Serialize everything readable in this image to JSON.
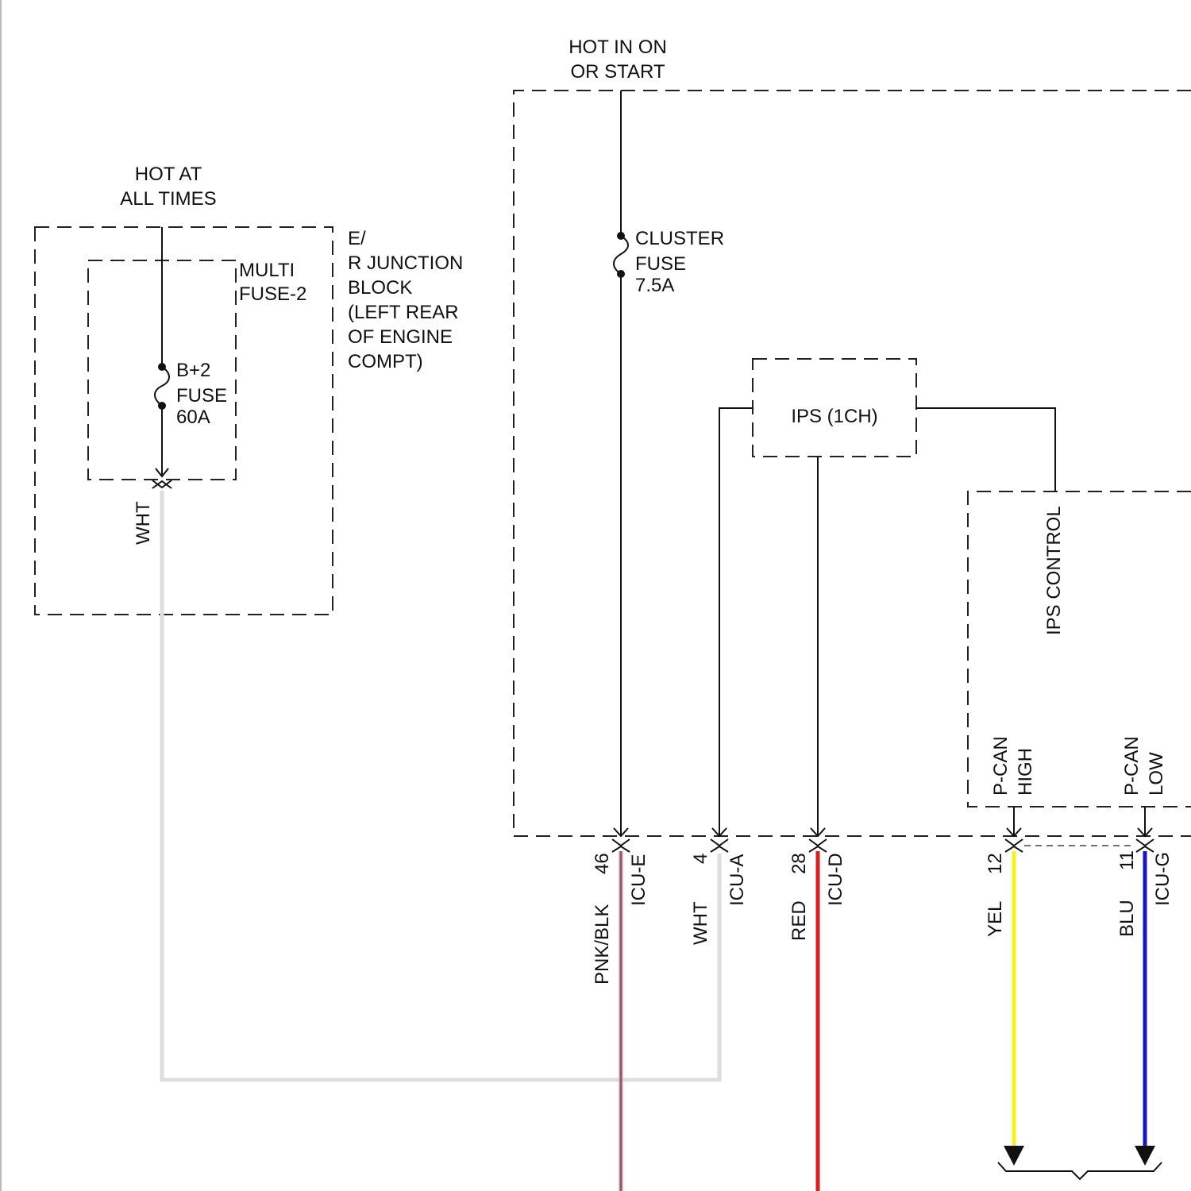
{
  "labels": {
    "hot_on_start_1": "HOT IN ON",
    "hot_on_start_2": "OR START",
    "hot_all_times_1": "HOT AT",
    "hot_all_times_2": "ALL TIMES",
    "junction_block_1": "E/",
    "junction_block_2": "R JUNCTION",
    "junction_block_3": "BLOCK",
    "junction_block_4": "(LEFT REAR",
    "junction_block_5": "OF ENGINE",
    "junction_block_6": "COMPT)",
    "multi_fuse_1": "MULTI",
    "multi_fuse_2": "FUSE-2",
    "b2_fuse_1": "B+2",
    "b2_fuse_2": "FUSE",
    "b2_fuse_3": "60A",
    "cluster_fuse_1": "CLUSTER",
    "cluster_fuse_2": "FUSE",
    "cluster_fuse_3": "7.5A",
    "ips_box": "IPS (1CH)",
    "ips_control": "IPS CONTROL",
    "pcan_high_1": "P-CAN",
    "pcan_high_2": "HIGH",
    "pcan_low_1": "P-CAN",
    "pcan_low_2": "LOW",
    "wht_left": "WHT"
  },
  "connectors": [
    {
      "id": "icu-e",
      "pin": "46",
      "name": "ICU-E",
      "wire": "PNK/BLK"
    },
    {
      "id": "icu-a",
      "pin": "4",
      "name": "ICU-A",
      "wire": "WHT"
    },
    {
      "id": "icu-d",
      "pin": "28",
      "name": "ICU-D",
      "wire": "RED"
    },
    {
      "id": "yel",
      "pin": "12",
      "name": "",
      "wire": "YEL"
    },
    {
      "id": "icu-g",
      "pin": "11",
      "name": "ICU-G",
      "wire": "BLU"
    }
  ],
  "wire_colors": {
    "pnk_blk": "#d28a9e",
    "wht": "#dedede",
    "red": "#d81e1e",
    "yel": "#f5f51c",
    "blu": "#1717c8"
  }
}
